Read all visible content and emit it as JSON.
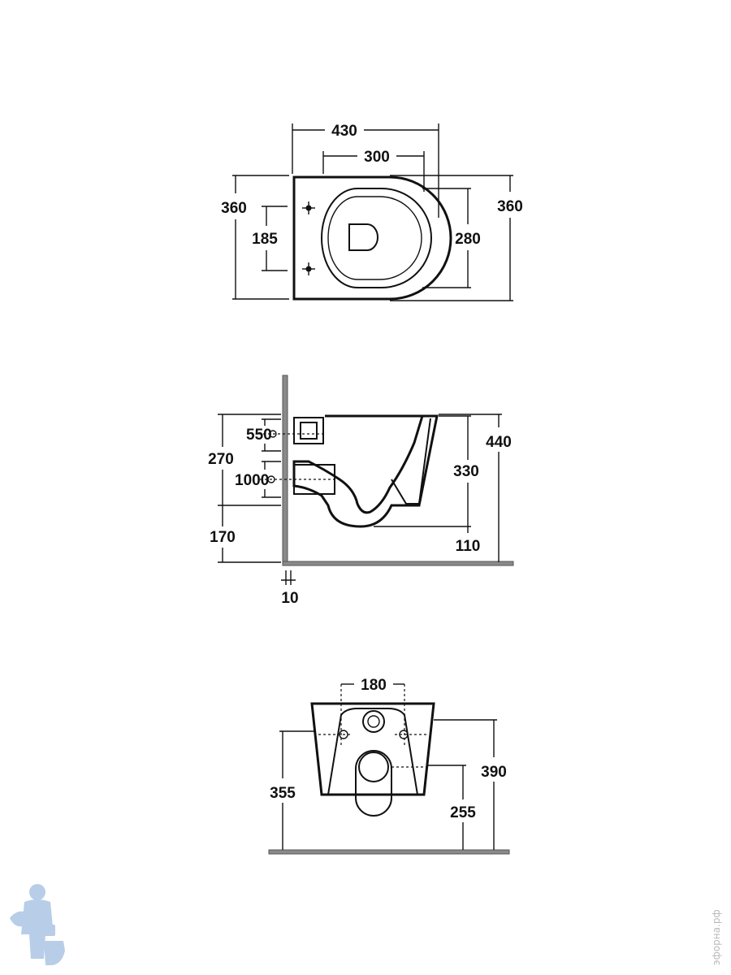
{
  "top_view": {
    "d430": "430",
    "d300": "300",
    "d360_left": "360",
    "d360_right": "360",
    "d185": "185",
    "d280": "280"
  },
  "side_view": {
    "d550": "550",
    "d1000": "1000",
    "d270": "270",
    "d170": "170",
    "d440": "440",
    "d330": "330",
    "d110": "110",
    "d10": "10"
  },
  "rear_view": {
    "d180": "180",
    "d355": "355",
    "d390": "390",
    "d255": "255"
  },
  "watermark": {
    "text": "эфорна.рф",
    "colors": {
      "mascot": "#7fa6d6",
      "text": "#b9b9b9"
    }
  }
}
